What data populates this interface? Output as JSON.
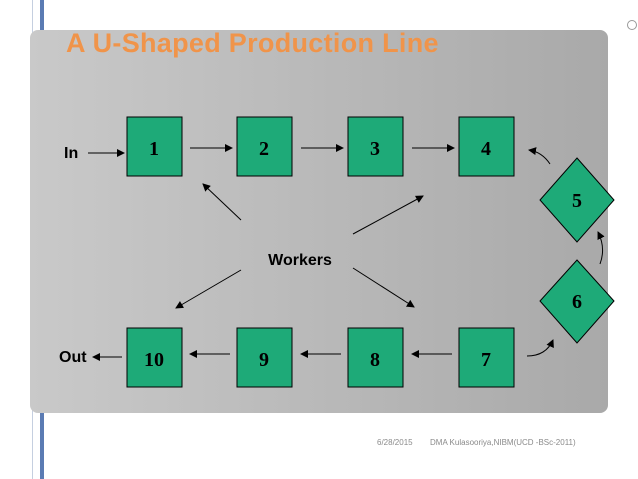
{
  "slide": {
    "title": "A U-Shaped Production Line",
    "footer_date": "6/28/2015",
    "footer_author": "DMA Kulasooriya,NIBM(UCD -BSc-2011)"
  },
  "diagram": {
    "in_label": "In",
    "out_label": "Out",
    "center_label": "Workers",
    "stations": [
      "1",
      "2",
      "3",
      "4",
      "5",
      "6",
      "7",
      "8",
      "9",
      "10"
    ]
  }
}
